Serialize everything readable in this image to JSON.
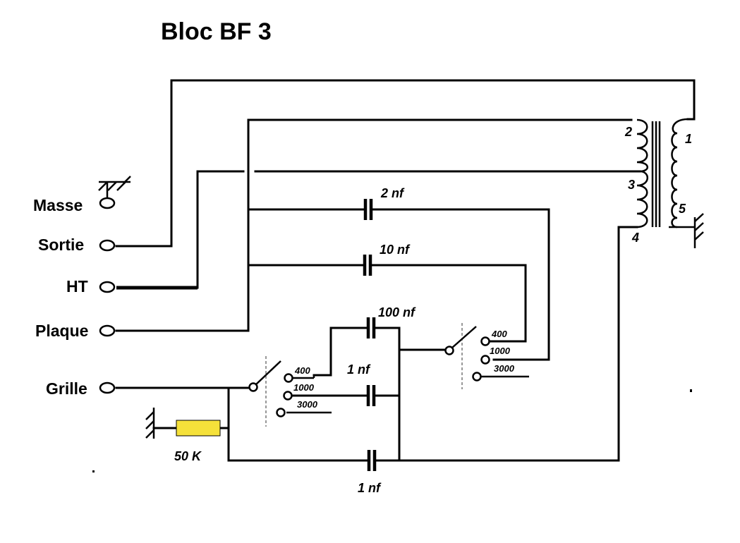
{
  "title": "Bloc BF 3",
  "terminals": {
    "masse": "Masse",
    "sortie": "Sortie",
    "ht": "HT",
    "plaque": "Plaque",
    "grille": "Grille"
  },
  "capacitors": {
    "c2": "2 nf",
    "c10": "10 nf",
    "c100": "100 nf",
    "c1_switch": "1 nf",
    "c1_bottom": "1 nf"
  },
  "resistor": {
    "label": "50 K",
    "color": "#f5e13a"
  },
  "transformer_pins": [
    "1",
    "2",
    "3",
    "4",
    "5"
  ],
  "switch_left": {
    "positions": [
      "400",
      "1000",
      "3000"
    ]
  },
  "switch_right": {
    "positions": [
      "400",
      "1000",
      "3000"
    ]
  }
}
